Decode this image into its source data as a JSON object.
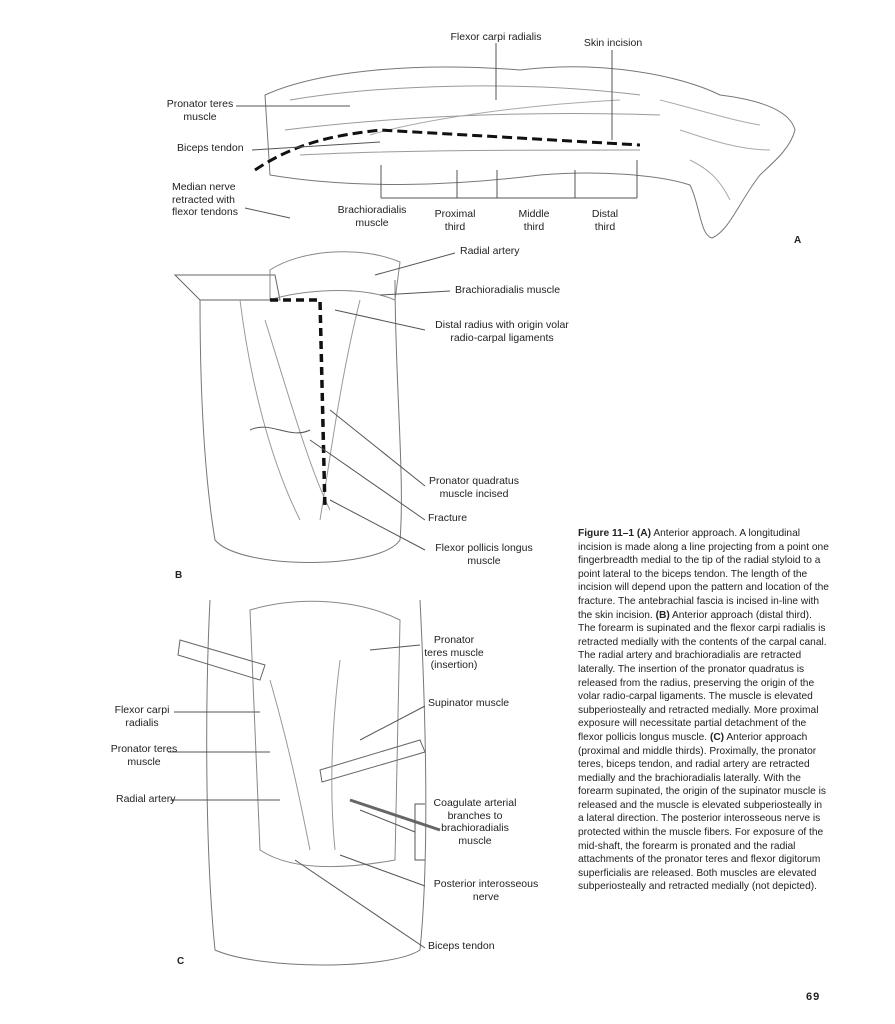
{
  "figure_a": {
    "panel": "A",
    "labels": {
      "flexor_carpi_radialis": "Flexor carpi radialis",
      "skin_incision": "Skin incision",
      "pronator_teres": "Pronator teres\nmuscle",
      "biceps_tendon": "Biceps tendon",
      "median_nerve": "Median nerve\nretracted with\nflexor tendons",
      "brachioradialis": "Brachioradialis\nmuscle",
      "proximal_third": "Proximal\nthird",
      "middle_third": "Middle\nthird",
      "distal_third": "Distal\nthird"
    }
  },
  "figure_b": {
    "panel": "B",
    "labels": {
      "radial_artery": "Radial artery",
      "brachioradialis": "Brachioradialis muscle",
      "distal_radius": "Distal radius with origin volar\nradio-carpal ligaments",
      "pronator_quadratus": "Pronator quadratus\nmuscle incised",
      "fracture": "Fracture",
      "fpl": "Flexor pollicis longus\nmuscle"
    }
  },
  "figure_c": {
    "panel": "C",
    "labels": {
      "pronator_teres_insertion": "Pronator\nteres muscle\n(insertion)",
      "supinator": "Supinator muscle",
      "fcr": "Flexor carpi\nradialis",
      "pronator_teres": "Pronator teres\nmuscle",
      "radial_artery": "Radial artery",
      "coagulate": "Coagulate arterial\nbranches to\nbrachioradialis\nmuscle",
      "pin": "Posterior interosseous\nnerve",
      "biceps_tendon": "Biceps tendon"
    }
  },
  "caption": {
    "title": "Figure 11–1",
    "a_label": "(A)",
    "a_text": " Anterior approach. A longitudinal incision is made along a line projecting from a point one fingerbreadth medial to the tip of the radial styloid to a point lateral to the biceps tendon. The length of the incision will depend upon the pattern and location of the fracture. The antebrachial fascia is incised in-line with the skin incision. ",
    "b_label": "(B)",
    "b_text": " Anterior approach (distal third). The forearm is supinated and the flexor carpi radialis is retracted medially with the contents of the carpal canal. The radial artery and brachioradialis are retracted laterally. The insertion of the pronator quadratus is released from the radius, preserving the origin of the volar radio-carpal ligaments. The muscle is elevated subperiosteally and retracted medially. More proximal exposure will necessitate partial detachment of the flexor pollicis longus muscle. ",
    "c_label": "(C)",
    "c_text": " Anterior approach (proximal and middle thirds). Proximally, the pronator teres, biceps tendon, and radial artery are retracted medially and the brachioradialis laterally. With the forearm supinated, the origin of the supinator muscle is released and the muscle is elevated subperiosteally in a lateral direction. The posterior interosseous nerve is protected within the muscle fibers. For exposure of the mid-shaft, the forearm is pronated and the radial attachments of the pronator teres and flexor digitorum superficialis are released. Both muscles are elevated subperiosteally and retracted medially (not depicted)."
  },
  "page_number": "69"
}
